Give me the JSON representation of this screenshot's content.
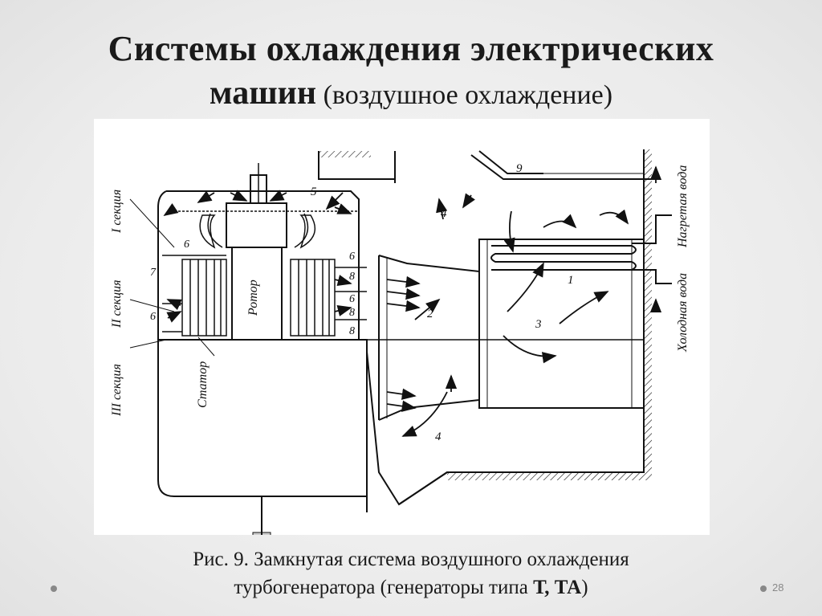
{
  "slide": {
    "title_line1": "Системы охлаждения электрических",
    "title_line2_bold": "машин",
    "title_line2_normal": " (воздушное охлаждение)",
    "caption_line1": "Рис. 9. Замкнутая система воздушного охлаждения",
    "caption_line2_prefix": "турбогенератора (генераторы типа ",
    "caption_line2_bold": "Т, ТА",
    "caption_line2_suffix": ")",
    "page_number": "28"
  },
  "diagram": {
    "labels": {
      "section1": "I секция",
      "section2": "II секция",
      "section3": "III секция",
      "rotor": "Ротор",
      "stator": "Статор",
      "hot_water": "Нагретая вода",
      "cold_water": "Холодная вода",
      "n1": "1",
      "n2": "2",
      "n3": "3",
      "n4a": "4",
      "n4b": "4",
      "n5": "5",
      "n6a": "6",
      "n6b": "6",
      "n6c": "6",
      "n6d": "6",
      "n7": "7",
      "n8a": "8",
      "n8b": "8",
      "n8c": "8",
      "n9": "9"
    }
  }
}
